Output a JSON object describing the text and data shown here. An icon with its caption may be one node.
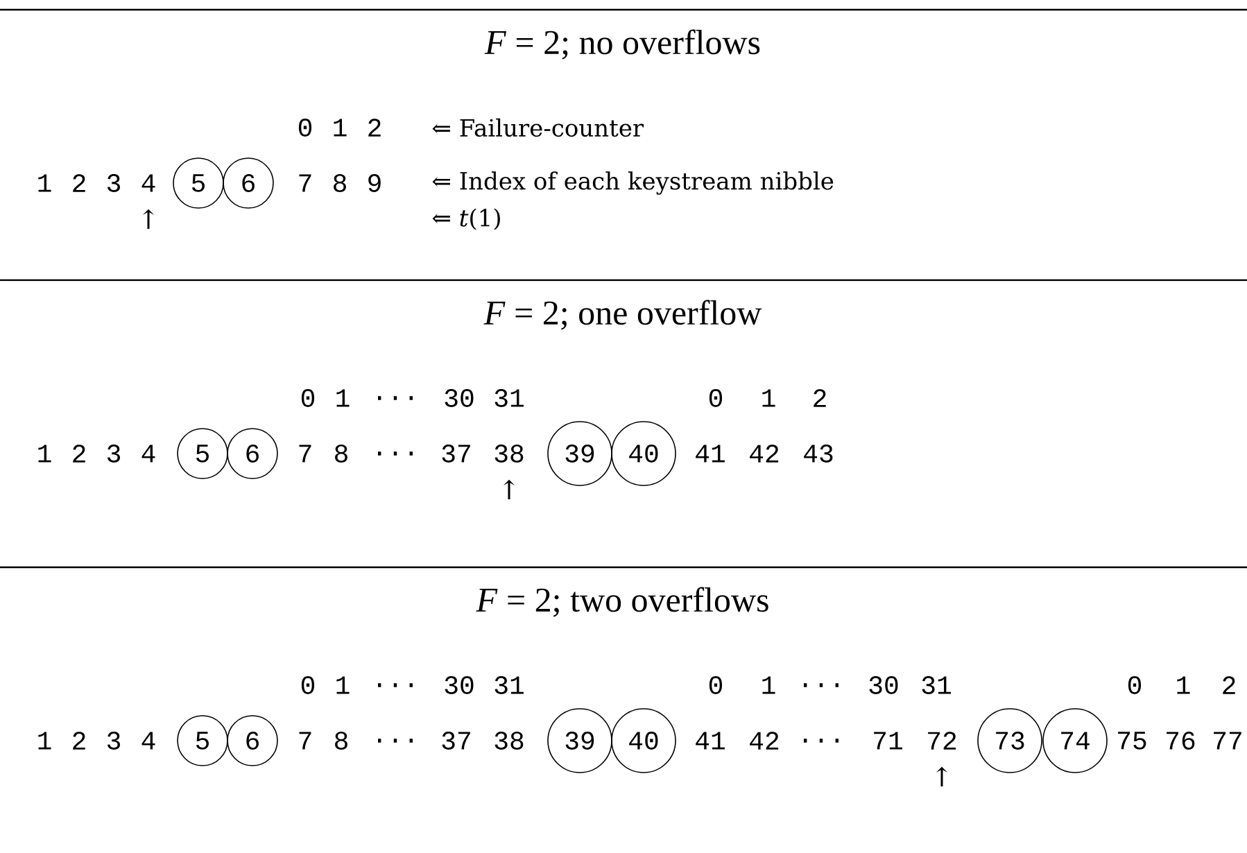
{
  "diagram": {
    "nodes": [
      {
        "text": [
          "5"
        ]
      },
      {
        "text": [
          "6"
        ]
      },
      {
        "text": [
          "5"
        ]
      },
      {
        "text": [
          "6"
        ]
      },
      {
        "text": [
          "39"
        ]
      },
      {
        "text": [
          "40"
        ]
      },
      {
        "text": [
          "5"
        ]
      },
      {
        "text": [
          "6"
        ]
      },
      {
        "text": [
          "39"
        ]
      },
      {
        "text": [
          "40"
        ]
      },
      {
        "text": [
          "73"
        ]
      },
      {
        "text": [
          "74"
        ]
      }
    ],
    "labels": [
      "*F* = 2; no overflows",
      "0",
      "1",
      "2",
      "⇐ Failure-counter",
      "1",
      "2",
      "3",
      "4",
      "7",
      "8",
      "9",
      "⇐ Index of each keystream nibble",
      "↑",
      "⇐ *t*(1)",
      "*F* = 2; one overflow",
      "0",
      "1",
      "...",
      "30",
      "31",
      "0",
      "1",
      "2",
      "1",
      "2",
      "3",
      "4",
      "7",
      "8",
      "...",
      "37",
      "38",
      "41",
      "42",
      "43",
      "↑",
      "*F* = 2; two overflows",
      "0",
      "1",
      "...",
      "30",
      "31",
      "0",
      "1",
      "...",
      "30",
      "31",
      "0",
      "1",
      "2",
      "1",
      "2",
      "3",
      "4",
      "7",
      "8",
      "...",
      "37",
      "38",
      "41",
      "42",
      "...",
      "71",
      "72",
      "75",
      "76",
      "77",
      "↑"
    ]
  }
}
